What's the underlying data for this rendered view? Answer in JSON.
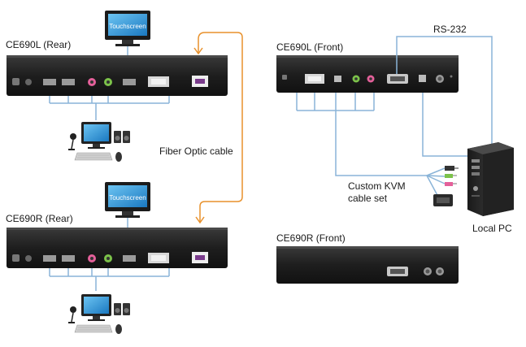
{
  "labels": {
    "ce690l_rear": "CE690L (Rear)",
    "ce690r_rear": "CE690R (Rear)",
    "ce690l_front": "CE690L (Front)",
    "ce690r_front": "CE690R (Front)",
    "fiber_optic": "Fiber Optic cable",
    "rs232": "RS-232",
    "custom_kvm_line1": "Custom KVM",
    "custom_kvm_line2": "cable set",
    "local_pc": "Local PC",
    "touchscreen_top": "Touchscreen",
    "touchscreen_bottom": "Touchscreen"
  },
  "colors": {
    "device_body": "#222222",
    "cable_blue": "#8ab4d8",
    "fiber_orange": "#e8912c",
    "connector_pink": "#e4609a",
    "connector_green": "#7cc24a",
    "screen_blue": "#2a8fd0"
  },
  "icons": [
    "touchscreen-icon",
    "monitor-icon",
    "keyboard-icon",
    "mouse-icon",
    "speakers-icon",
    "microphone-icon",
    "tower-pc-icon"
  ]
}
